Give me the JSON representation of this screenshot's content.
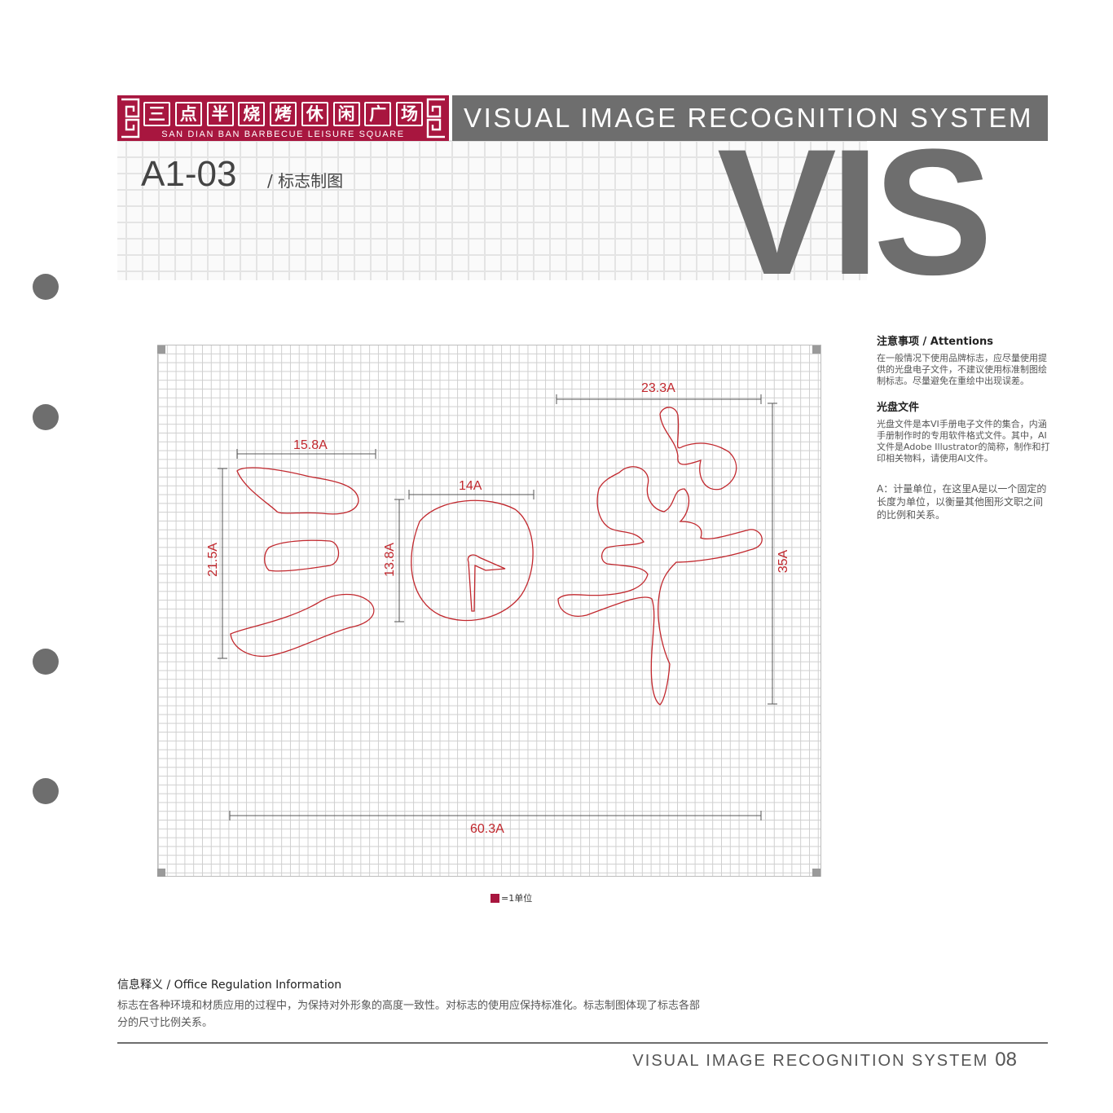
{
  "brand": {
    "chars": [
      "三",
      "点",
      "半",
      "烧",
      "烤",
      "休",
      "闲",
      "广",
      "场"
    ],
    "subtitle": "SAN DIAN BAN BARBECUE LEISURE SQUARE",
    "color": "#a8163f"
  },
  "header": {
    "system_title": "VISUAL IMAGE RECOGNITION SYSTEM",
    "big_mark": "VIS",
    "page_code": "A1-03",
    "page_subtitle": "/ 标志制图",
    "gray": "#6e6e6e"
  },
  "drawing": {
    "dimensions": {
      "san_width": "15.8A",
      "san_height": "21.5A",
      "dian_width": "14A",
      "dian_height": "13.8A",
      "ban_width": "23.3A",
      "ban_height": "35A",
      "total_width": "60.3A"
    },
    "outline_color": "#c1272d",
    "legend": "=1单位"
  },
  "notes": {
    "attention_title": "注意事项 / Attentions",
    "attention_body": "在一般情况下使用品牌标志，应尽量使用提供的光盘电子文件，不建议使用标准制图绘制标志。尽量避免在重绘中出现误差。",
    "cd_title": "光盘文件",
    "cd_body": "光盘文件是本VI手册电子文件的集合，内涵手册制作时的专用软件格式文件。其中，AI文件是Adobe Illustrator的简称，制作和打印相关物料，请使用AI文件。",
    "unit_note": "A：计量单位，在这里A是以一个固定的长度为单位，以衡量其他图形文职之间的比例和关系。"
  },
  "info": {
    "title": "信息释义 / Office Regulation Information",
    "body": "标志在各种环境和材质应用的过程中，为保持对外形象的高度一致性。对标志的使用应保持标准化。标志制图体现了标志各部分的尺寸比例关系。"
  },
  "footer": {
    "system_title": "VISUAL IMAGE RECOGNITION SYSTEM",
    "page_number": "08"
  }
}
